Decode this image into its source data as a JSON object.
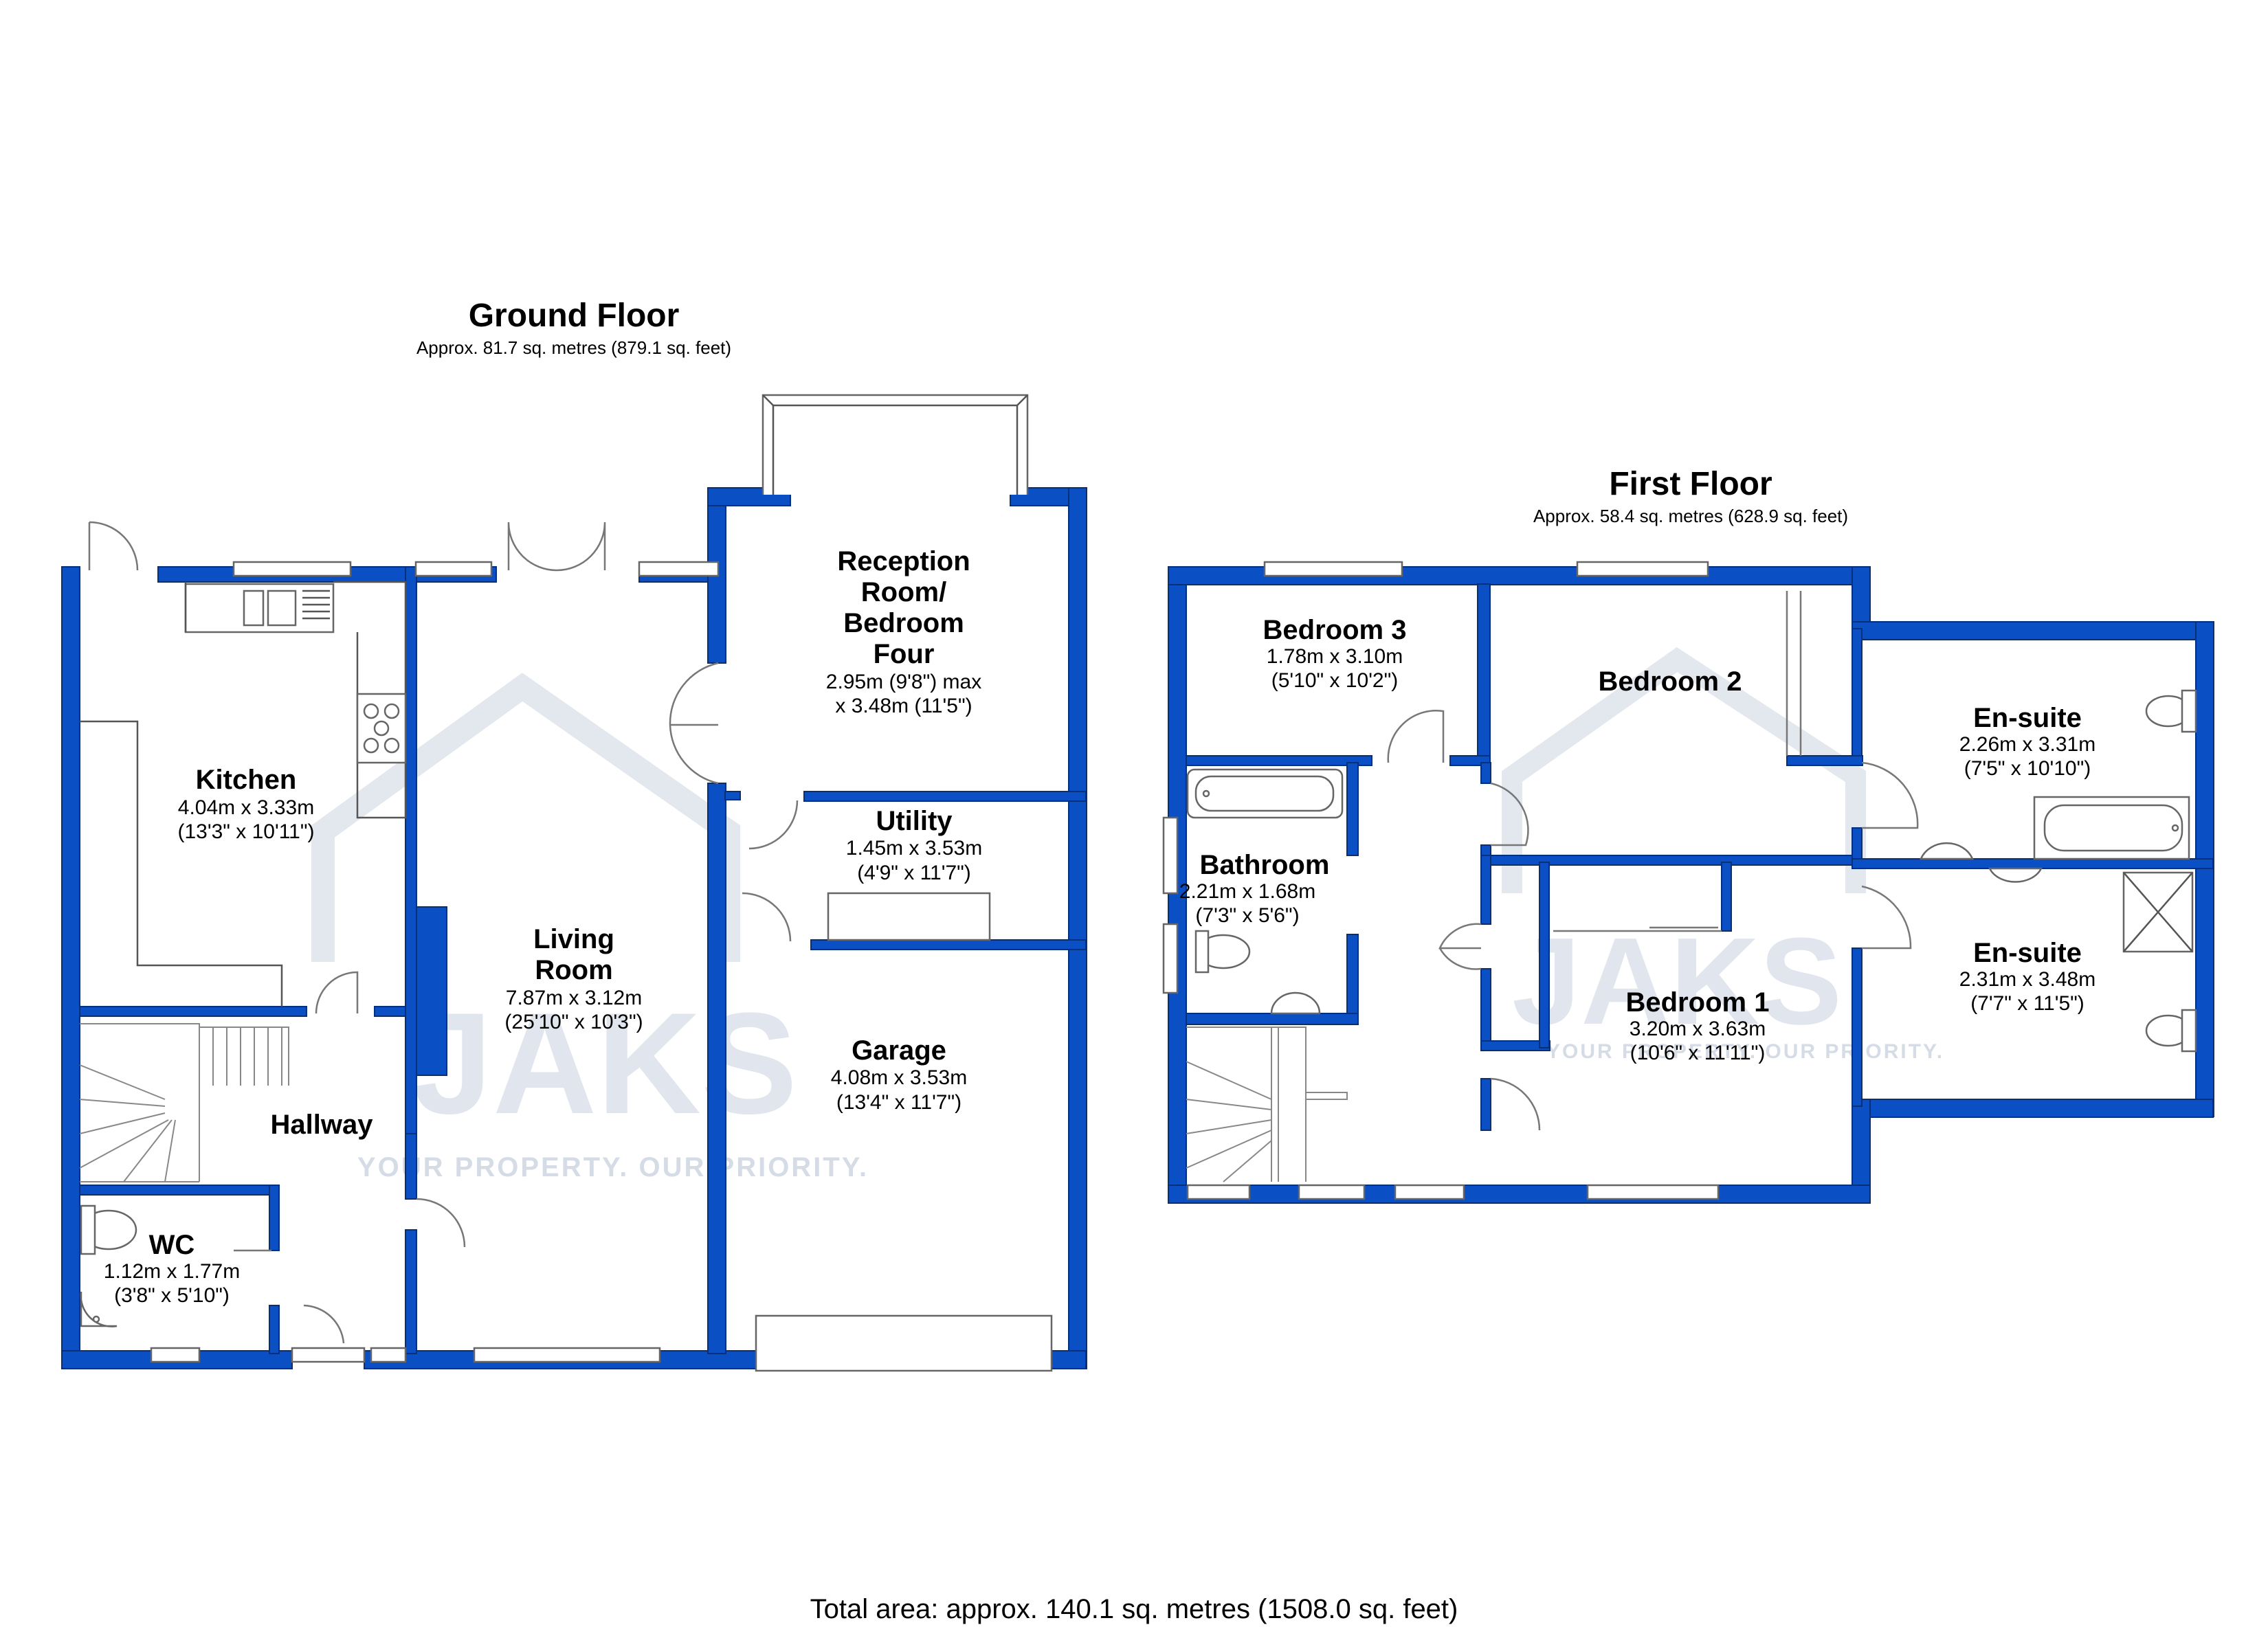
{
  "ground_floor": {
    "title": "Ground Floor",
    "area": "Approx. 81.7 sq. metres (879.1 sq. feet)",
    "rooms": {
      "kitchen": {
        "name": "Kitchen",
        "dim_m": "4.04m x 3.33m",
        "dim_ft": "(13'3\" x 10'11\")"
      },
      "living": {
        "name_line1": "Living",
        "name_line2": "Room",
        "dim_m": "7.87m x 3.12m",
        "dim_ft": "(25'10\" x 10'3\")"
      },
      "reception": {
        "name_line1": "Reception",
        "name_line2": "Room/",
        "name_line3": "Bedroom",
        "name_line4": "Four",
        "dim_m": "2.95m (9'8\") max",
        "dim_ft": "x 3.48m (11'5\")"
      },
      "utility": {
        "name": "Utility",
        "dim_m": "1.45m x 3.53m",
        "dim_ft": "(4'9\" x 11'7\")"
      },
      "garage": {
        "name": "Garage",
        "dim_m": "4.08m x 3.53m",
        "dim_ft": "(13'4\" x 11'7\")"
      },
      "hallway": {
        "name": "Hallway"
      },
      "wc": {
        "name": "WC",
        "dim_m": "1.12m x 1.77m",
        "dim_ft": "(3'8\" x 5'10\")"
      }
    }
  },
  "first_floor": {
    "title": "First Floor",
    "area": "Approx. 58.4 sq. metres (628.9 sq. feet)",
    "rooms": {
      "bedroom3": {
        "name": "Bedroom 3",
        "dim_m": "1.78m x 3.10m",
        "dim_ft": "(5'10\" x 10'2\")"
      },
      "bedroom2": {
        "name": "Bedroom 2"
      },
      "ensuite1": {
        "name": "En-suite",
        "dim_m": "2.26m x 3.31m",
        "dim_ft": "(7'5\" x 10'10\")"
      },
      "bathroom": {
        "name": "Bathroom",
        "dim_m": "2.21m x 1.68m",
        "dim_ft": "(7'3\" x 5'6\")"
      },
      "bedroom1": {
        "name": "Bedroom 1",
        "dim_m": "3.20m x 3.63m",
        "dim_ft": "(10'6\" x 11'11\")"
      },
      "ensuite2": {
        "name": "En-suite",
        "dim_m": "2.31m x 3.48m",
        "dim_ft": "(7'7\" x 11'5\")"
      }
    }
  },
  "total": "Total area: approx. 140.1 sq. metres (1508.0 sq. feet)",
  "watermark": {
    "logo": "JAKS",
    "tagline": "YOUR PROPERTY. OUR PRIORITY."
  },
  "colors": {
    "wall": "#0a4fc4",
    "wall_edge": "#062f7a",
    "watermark": "#dde3ec"
  }
}
